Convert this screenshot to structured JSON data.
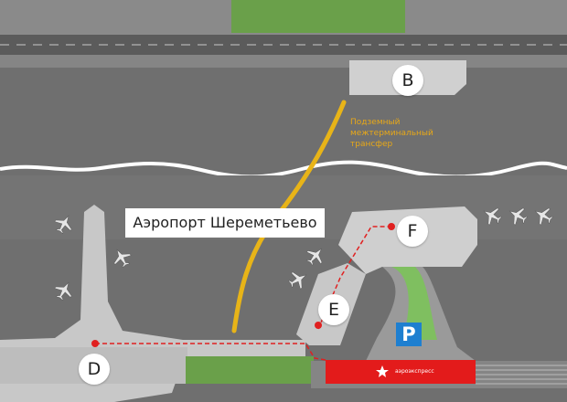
{
  "map": {
    "title": "Аэропорт Шереметьево",
    "transfer_note": {
      "line1": "Подземный",
      "line2": "межтерминальный",
      "line3": "трансфер"
    },
    "terminals": {
      "b": "B",
      "d": "D",
      "e": "E",
      "f": "F"
    },
    "parking_letter": "P",
    "aeroexpress_label": "аэроэкспресс",
    "colors": {
      "transfer_line": "#e8b418",
      "walking_route": "#e02020",
      "aeroexpress_station": "#e31b1b",
      "parking": "#1e7fd0",
      "grass": "#6aa04a",
      "terminal": "#c8c8c8"
    }
  }
}
